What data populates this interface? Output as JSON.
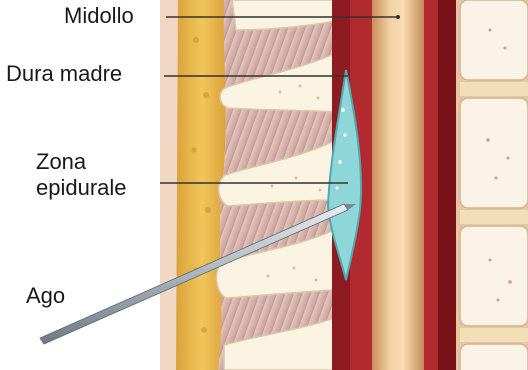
{
  "labels": {
    "midollo": "Midollo",
    "dura_madre": "Dura madre",
    "zona_line1": "Zona",
    "zona_line2": "epidurale",
    "ago": "Ago"
  },
  "colors": {
    "background": "#ffffff",
    "fat_layer": "#e8b84a",
    "muscle": "#d9b9b4",
    "bone": "#fbf3e2",
    "dura_red": "#8e1a22",
    "epidural_fluid": "#8fd6d8",
    "cord": "#efc99a",
    "needle": "#b9c4cc",
    "leader_line": "#333333"
  }
}
